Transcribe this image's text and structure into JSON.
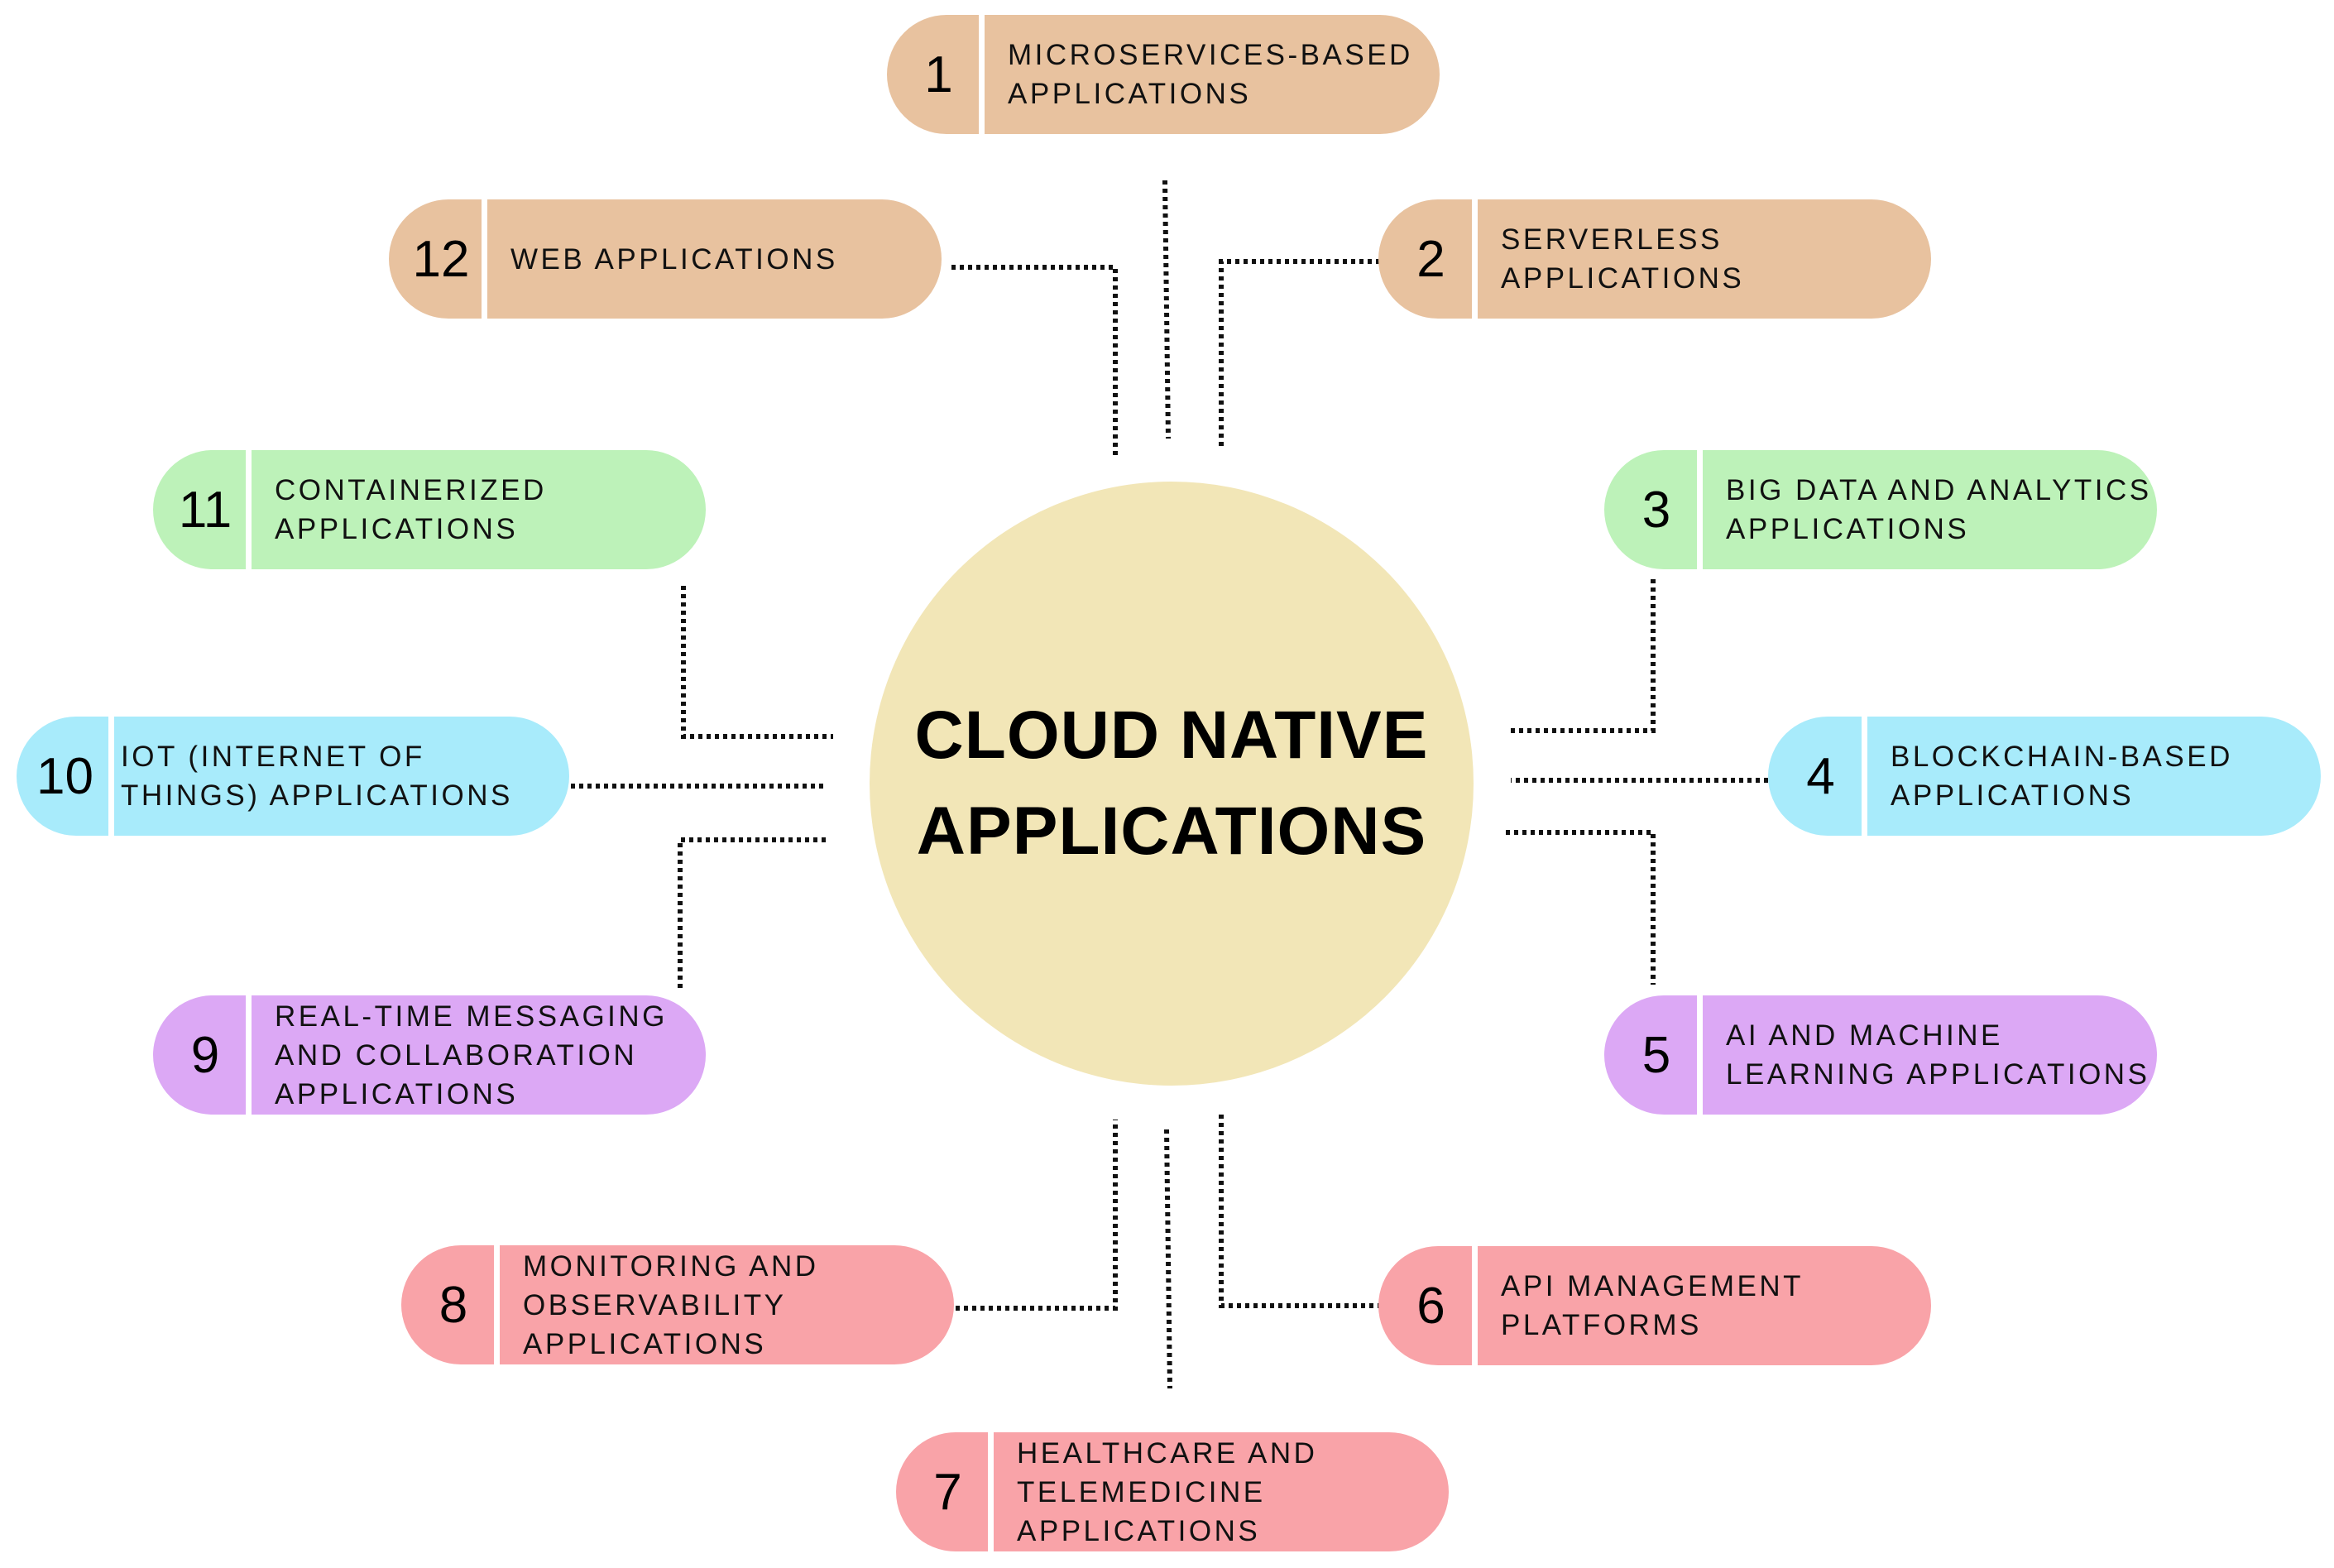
{
  "colors": {
    "peach": "#e8c29f",
    "green": "#bdf2b9",
    "cyan": "#a8ebfb",
    "purple": "#dca8f5",
    "pink": "#f9a3a8",
    "hub": "#f2e6b7",
    "connector": "#111111"
  },
  "hub": {
    "line1": "CLOUD NATIVE",
    "line2": "APPLICATIONS"
  },
  "items": [
    {
      "num": "1",
      "label": "MICROSERVICES-BASED\nAPPLICATIONS",
      "color": "#e8c29f"
    },
    {
      "num": "2",
      "label": "SERVERLESS\nAPPLICATIONS",
      "color": "#e8c29f"
    },
    {
      "num": "3",
      "label": "BIG DATA AND ANALYTICS\nAPPLICATIONS",
      "color": "#bdf2b9"
    },
    {
      "num": "4",
      "label": "BLOCKCHAIN-BASED\nAPPLICATIONS",
      "color": "#a8ebfb"
    },
    {
      "num": "5",
      "label": "AI AND MACHINE\nLEARNING APPLICATIONS",
      "color": "#dca8f5"
    },
    {
      "num": "6",
      "label": "API MANAGEMENT\nPLATFORMS",
      "color": "#f9a3a8"
    },
    {
      "num": "7",
      "label": "HEALTHCARE AND\nTELEMEDICINE\nAPPLICATIONS",
      "color": "#f9a3a8"
    },
    {
      "num": "8",
      "label": "MONITORING AND\nOBSERVABILITY\nAPPLICATIONS",
      "color": "#f9a3a8"
    },
    {
      "num": "9",
      "label": "REAL-TIME MESSAGING\nAND COLLABORATION\nAPPLICATIONS",
      "color": "#dca8f5"
    },
    {
      "num": "10",
      "label": "IOT (INTERNET OF\nTHINGS) APPLICATIONS",
      "color": "#a8ebfb"
    },
    {
      "num": "11",
      "label": "CONTAINERIZED\nAPPLICATIONS",
      "color": "#bdf2b9"
    },
    {
      "num": "12",
      "label": "WEB APPLICATIONS",
      "color": "#e8c29f"
    }
  ]
}
